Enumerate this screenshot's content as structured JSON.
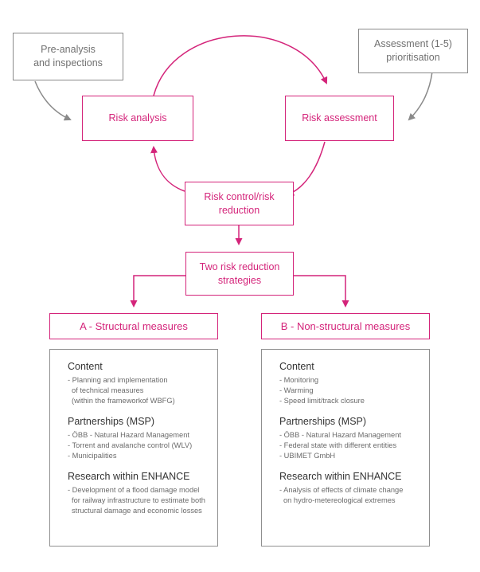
{
  "nodes": {
    "pre_analysis": [
      "Pre-analysis",
      "and inspections"
    ],
    "assessment_1_5": [
      "Assessment (1-5)",
      "prioritisation"
    ],
    "risk_analysis": "Risk analysis",
    "risk_assessment": "Risk assessment",
    "risk_control": [
      "Risk control/risk",
      "reduction"
    ],
    "two_strategies": [
      "Two risk reduction",
      "strategies"
    ]
  },
  "strategies": [
    {
      "title": "A - Structural measures",
      "content_heading": "Content",
      "content_items": [
        "- Planning and implementation",
        "  of technical measures",
        "  (within the frameworkof WBFG)"
      ],
      "partnerships_heading": "Partnerships (MSP)",
      "partnership_items": [
        "- ÖBB - Natural Hazard Management",
        "- Torrent and avalanche control (WLV)",
        "- Municipalities"
      ],
      "research_heading": "Research within ENHANCE",
      "research_items": [
        "- Development of a flood damage model",
        "  for railway infrastructure to estimate both",
        "  structural damage and economic losses"
      ]
    },
    {
      "title": "B - Non-structural measures",
      "content_heading": "Content",
      "content_items": [
        "- Monitoring",
        "- Warming",
        "- Speed limit/track closure"
      ],
      "partnerships_heading": "Partnerships (MSP)",
      "partnership_items": [
        "- ÖBB - Natural Hazard Management",
        "- Federal state with different entities",
        "- UBIMET GmbH"
      ],
      "research_heading": "Research within ENHANCE",
      "research_items": [
        "- Analysis of effects of climate change",
        "  on hydro-metereological extremes"
      ]
    }
  ],
  "colors": {
    "accent": "#d4247a",
    "grey_border": "#8a8a8a",
    "grey_text": "#707070"
  }
}
